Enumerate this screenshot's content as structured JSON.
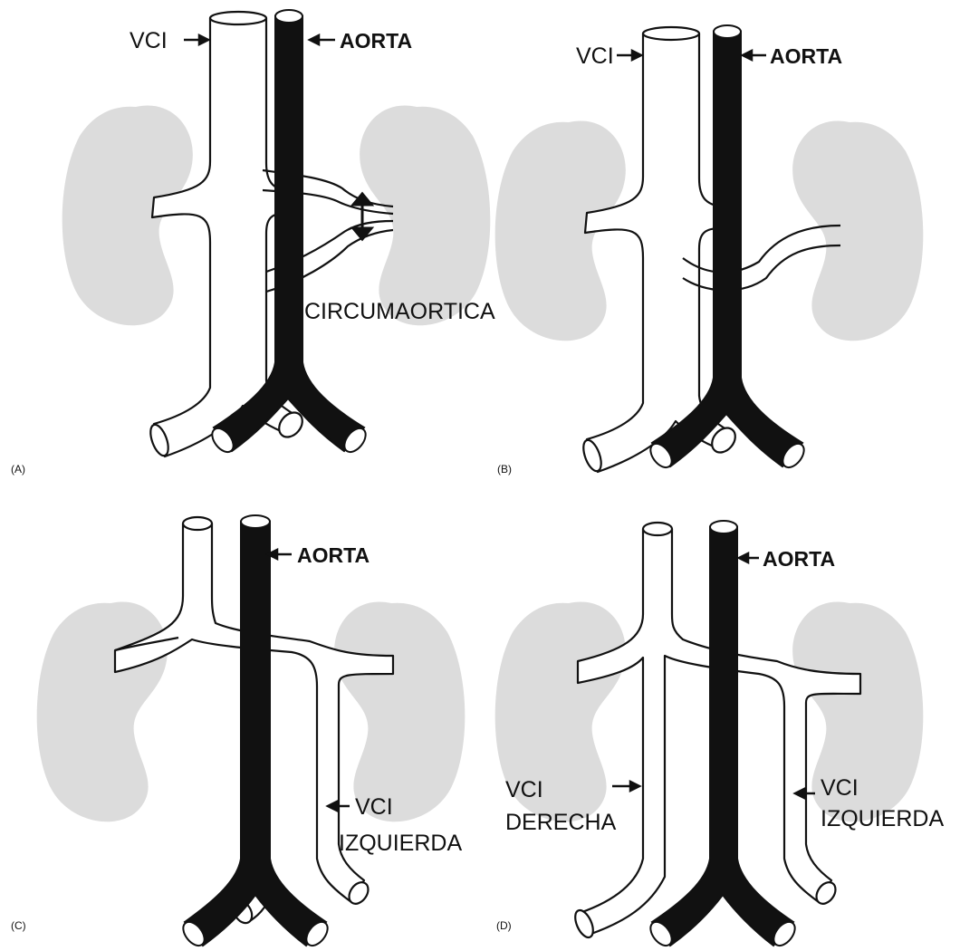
{
  "colors": {
    "kidney": "#dcdcdc",
    "aorta": "#111111",
    "vein_fill": "#ffffff",
    "outline": "#111111"
  },
  "panels": [
    {
      "panel_label": "(A)",
      "labels": {
        "vci": "VCI",
        "aorta": "AORTA",
        "circumaortica": "CIRCUMAORTICA"
      }
    },
    {
      "panel_label": "(B)",
      "labels": {
        "vci": "VCI",
        "aorta": "AORTA"
      }
    },
    {
      "panel_label": "(C)",
      "labels": {
        "aorta": "AORTA",
        "vci": "VCI",
        "izquierda": "IZQUIERDA"
      }
    },
    {
      "panel_label": "(D)",
      "labels": {
        "aorta": "AORTA",
        "vci_left": "VCI",
        "derecha": "DERECHA",
        "vci_right": "VCI",
        "izquierda": "IZQUIERDA"
      }
    }
  ]
}
